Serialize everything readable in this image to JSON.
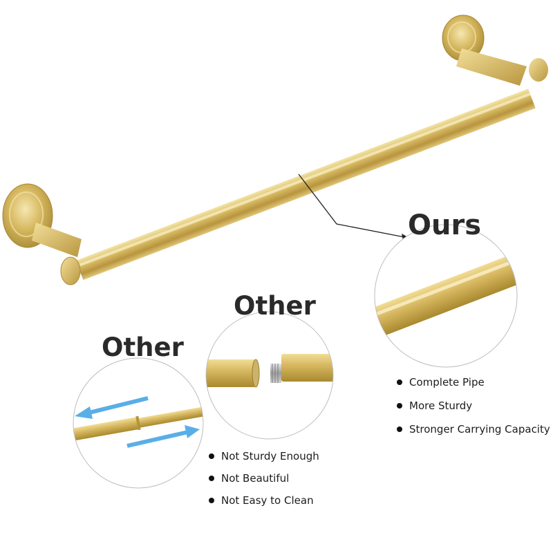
{
  "ours": {
    "heading": "Ours",
    "features": [
      "Complete Pipe",
      "More Sturdy",
      "Stronger Carrying Capacity"
    ]
  },
  "other_middle": {
    "heading": "Other"
  },
  "other_left": {
    "heading": "Other"
  },
  "other": {
    "drawbacks": [
      "Not Sturdy Enough",
      "Not Beautiful",
      "Not Easy to Clean"
    ]
  },
  "colors": {
    "gold_light": "#efdc94",
    "gold_mid": "#cfae55",
    "gold_dark": "#9a7b2c",
    "arrow_blue": "#5aaee8",
    "circle_border": "#bdbdbd",
    "text": "#2a2a2a"
  },
  "icons": [
    "pointer-arrow-icon",
    "slide-left-arrow-icon",
    "slide-right-arrow-icon",
    "bullet-dot-icon"
  ]
}
